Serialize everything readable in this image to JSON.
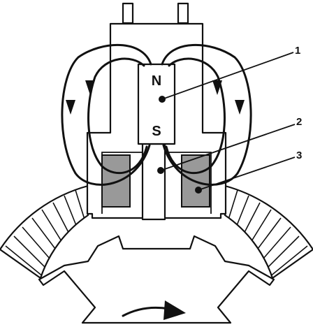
{
  "magnet": {
    "north_label": "N",
    "south_label": "S"
  },
  "callouts": [
    {
      "label": "1"
    },
    {
      "label": "2"
    },
    {
      "label": "3"
    }
  ]
}
